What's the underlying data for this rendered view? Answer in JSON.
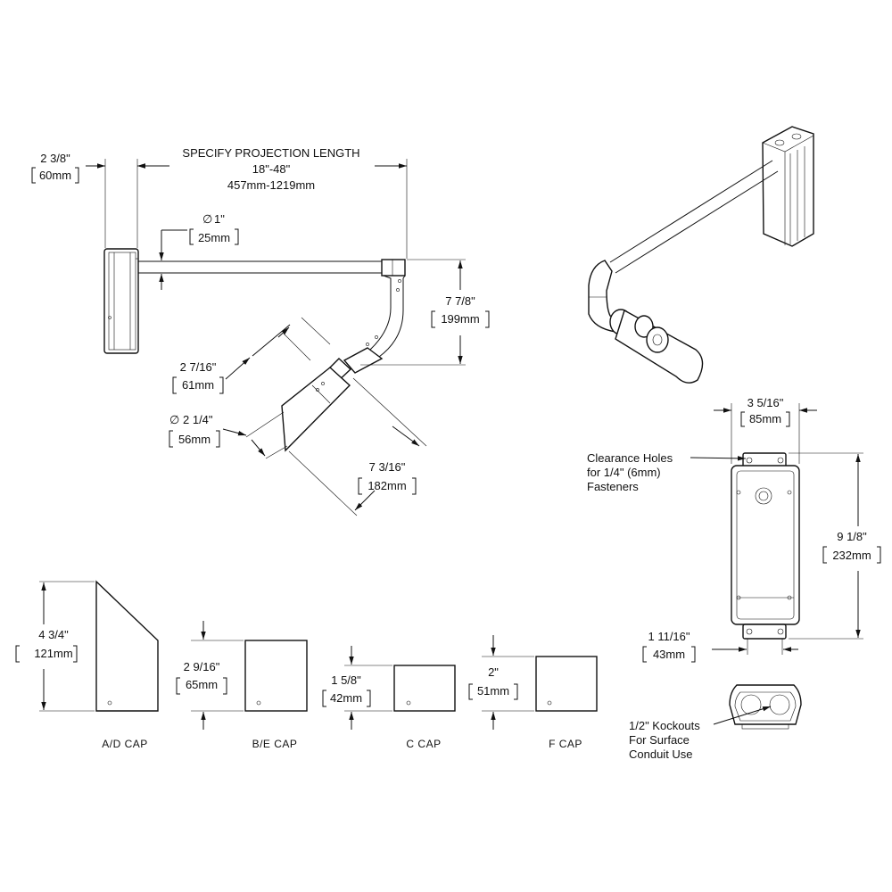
{
  "dims": {
    "mount_width": {
      "imperial": "2 3/8\"",
      "metric": "60mm"
    },
    "projection": {
      "title": "SPECIFY PROJECTION LENGTH",
      "imperial": "18\"-48\"",
      "metric": "457mm-1219mm"
    },
    "arm_diameter": {
      "imperial": "1\"",
      "metric": "25mm"
    },
    "drop": {
      "imperial": "7 7/8\"",
      "metric": "199mm"
    },
    "head_width": {
      "imperial": "2 7/16\"",
      "metric": "61mm"
    },
    "head_diameter": {
      "imperial": "2 1/4\"",
      "metric": "56mm"
    },
    "head_length": {
      "imperial": "7 3/16\"",
      "metric": "182mm"
    },
    "box_width": {
      "imperial": "3 5/16\"",
      "metric": "85mm"
    },
    "box_height": {
      "imperial": "9 1/8\"",
      "metric": "232mm"
    },
    "box_depth": {
      "imperial": "1 11/16\"",
      "metric": "43mm"
    },
    "cap_ad": {
      "imperial": "4 3/4\"",
      "metric": "121mm"
    },
    "cap_be": {
      "imperial": "2 9/16\"",
      "metric": "65mm"
    },
    "cap_c": {
      "imperial": "1 5/8\"",
      "metric": "42mm"
    },
    "cap_f": {
      "imperial": "2\"",
      "metric": "51mm"
    }
  },
  "diameter_symbol": "∅",
  "notes": {
    "clearance": [
      "Clearance Holes",
      "for 1/4\" (6mm)",
      "Fasteners"
    ],
    "kockouts": [
      "1/2\" Kockouts",
      "For Surface",
      "Conduit Use"
    ]
  },
  "caps": [
    "A/D CAP",
    "B/E CAP",
    "C CAP",
    "F CAP"
  ]
}
